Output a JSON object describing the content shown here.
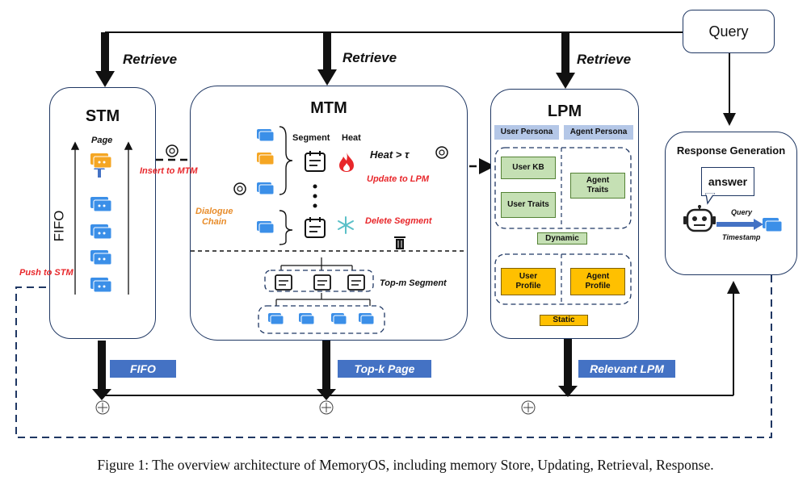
{
  "query": "Query",
  "retrieve_label": "Retrieve",
  "stm": {
    "title": "STM",
    "page_label": "Page",
    "fifo_side_label": "FIFO",
    "push_label": "Push to STM",
    "output_tag": "FIFO"
  },
  "mtm": {
    "title": "MTM",
    "segment_label": "Segment",
    "heat_label": "Heat",
    "heat_condition": "Heat > τ",
    "insert_label": "Insert to MTM",
    "update_label": "Update to LPM",
    "dialogue_chain_label": "Dialogue\nChain",
    "delete_label": "Delete Segment",
    "topm_label": "Top-m Segment",
    "output_tag": "Top-k Page"
  },
  "lpm": {
    "title": "LPM",
    "user_persona": "User Persona",
    "agent_persona": "Agent Persona",
    "user_kb": "User KB",
    "user_traits": "User Traits",
    "agent_traits": "Agent Traits",
    "dynamic": "Dynamic",
    "user_profile": "User Profile",
    "agent_profile": "Agent Profile",
    "static": "Static",
    "output_tag": "Relevant LPM"
  },
  "response": {
    "title": "Response Generation",
    "answer": "answer",
    "query_label": "Query",
    "timestamp_label": "Timestamp"
  },
  "caption": "Figure 1: The overview architecture of MemoryOS, including memory Store, Updating, Retrieval, Response.",
  "colors": {
    "accent_blue": "#4472c4",
    "border_navy": "#1f3763",
    "red": "#e8272b",
    "orange": "#e88c2a",
    "green_fill": "#c5e0b4",
    "gold_fill": "#ffc000",
    "persona_header": "#b4c7e7",
    "page_icon_blue": "#3b8fe8",
    "page_icon_orange": "#f5a623"
  }
}
